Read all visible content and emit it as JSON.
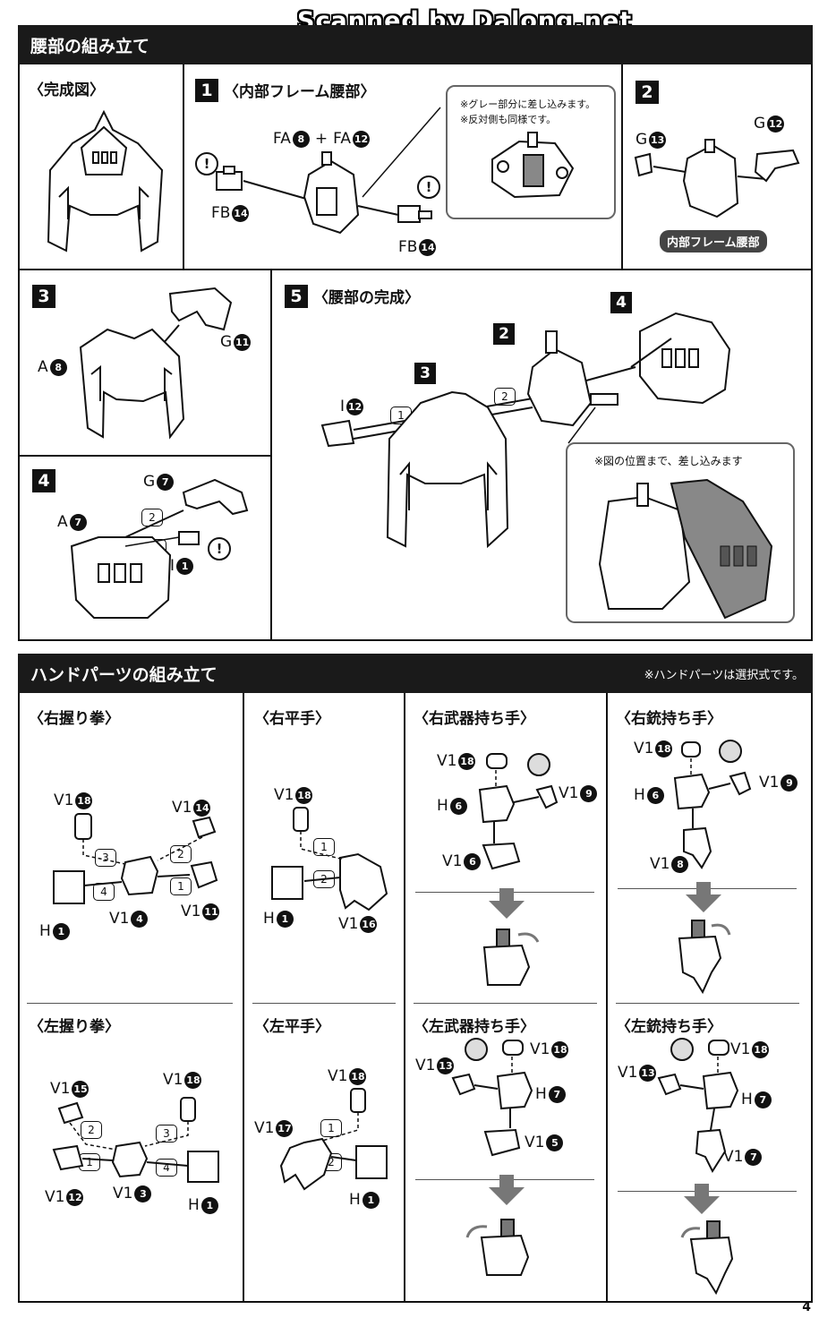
{
  "watermark": "Scanned by Dalong.net",
  "waist": {
    "header": "腰部の組み立て",
    "completed_title": "〈完成図〉",
    "step1": {
      "num": "1",
      "title": "〈内部フレーム腰部〉",
      "fa_a": "FA",
      "fa_a_n": "8",
      "plus": "+",
      "fa_b": "FA",
      "fa_b_n": "12",
      "fb_left": "FB",
      "fb_left_n": "14",
      "fb_right": "FB",
      "fb_right_n": "14",
      "note1": "※グレー部分に差し込みます。",
      "note2": "※反対側も同様です。"
    },
    "step2": {
      "num": "2",
      "g13": "G",
      "g13_n": "13",
      "g12": "G",
      "g12_n": "12",
      "pill": "内部フレーム腰部"
    },
    "step3": {
      "num": "3",
      "a": "A",
      "a_n": "8",
      "g": "G",
      "g_n": "11"
    },
    "step4": {
      "num": "4",
      "g": "G",
      "g_n": "7",
      "a": "A",
      "a_n": "7",
      "i": "I",
      "i_n": "1"
    },
    "step5": {
      "num": "5",
      "title": "〈腰部の完成〉",
      "i": "I",
      "i_n": "12",
      "tag2": "2",
      "tag3": "3",
      "tag4": "4",
      "note": "※図の位置まで、差し込みます"
    }
  },
  "hands": {
    "header": "ハンドパーツの組み立て",
    "header_note": "※ハンドパーツは選択式です。",
    "panels": [
      {
        "title": "〈右握り拳〉"
      },
      {
        "title": "〈右平手〉"
      },
      {
        "title": "〈右武器持ち手〉"
      },
      {
        "title": "〈右銃持ち手〉"
      },
      {
        "title": "〈左握り拳〉"
      },
      {
        "title": "〈左平手〉"
      },
      {
        "title": "〈左武器持ち手〉"
      },
      {
        "title": "〈左銃持ち手〉"
      }
    ],
    "labels": {
      "rf_v18": "V1",
      "rf_v18_n": "18",
      "rf_v14": "V1",
      "rf_v14_n": "14",
      "rf_h1": "H",
      "rf_h1_n": "1",
      "rf_v4": "V1",
      "rf_v4_n": "4",
      "rf_v11": "V1",
      "rf_v11_n": "11",
      "ro_v18": "V1",
      "ro_v18_n": "18",
      "ro_h1": "H",
      "ro_h1_n": "1",
      "ro_v16": "V1",
      "ro_v16_n": "16",
      "rw_v18": "V1",
      "rw_v18_n": "18",
      "rw_v9": "V1",
      "rw_v9_n": "9",
      "rw_h6": "H",
      "rw_h6_n": "6",
      "rw_v6": "V1",
      "rw_v6_n": "6",
      "rg_v18": "V1",
      "rg_v18_n": "18",
      "rg_v9": "V1",
      "rg_v9_n": "9",
      "rg_h6": "H",
      "rg_h6_n": "6",
      "rg_v8": "V1",
      "rg_v8_n": "8",
      "lf_v15": "V1",
      "lf_v15_n": "15",
      "lf_v18": "V1",
      "lf_v18_n": "18",
      "lf_v12": "V1",
      "lf_v12_n": "12",
      "lf_v3": "V1",
      "lf_v3_n": "3",
      "lf_h1": "H",
      "lf_h1_n": "1",
      "lo_v18": "V1",
      "lo_v18_n": "18",
      "lo_v17": "V1",
      "lo_v17_n": "17",
      "lo_h1": "H",
      "lo_h1_n": "1",
      "lw_v13": "V1",
      "lw_v13_n": "13",
      "lw_v18": "V1",
      "lw_v18_n": "18",
      "lw_h7": "H",
      "lw_h7_n": "7",
      "lw_v5": "V1",
      "lw_v5_n": "5",
      "lg_v13": "V1",
      "lg_v13_n": "13",
      "lg_v18": "V1",
      "lg_v18_n": "18",
      "lg_h7": "H",
      "lg_h7_n": "7",
      "lg_v7": "V1",
      "lg_v7_n": "7"
    },
    "order": {
      "one": "1",
      "two": "2",
      "three": "3",
      "four": "4"
    }
  },
  "page_number": "4",
  "warn_mark": "!"
}
